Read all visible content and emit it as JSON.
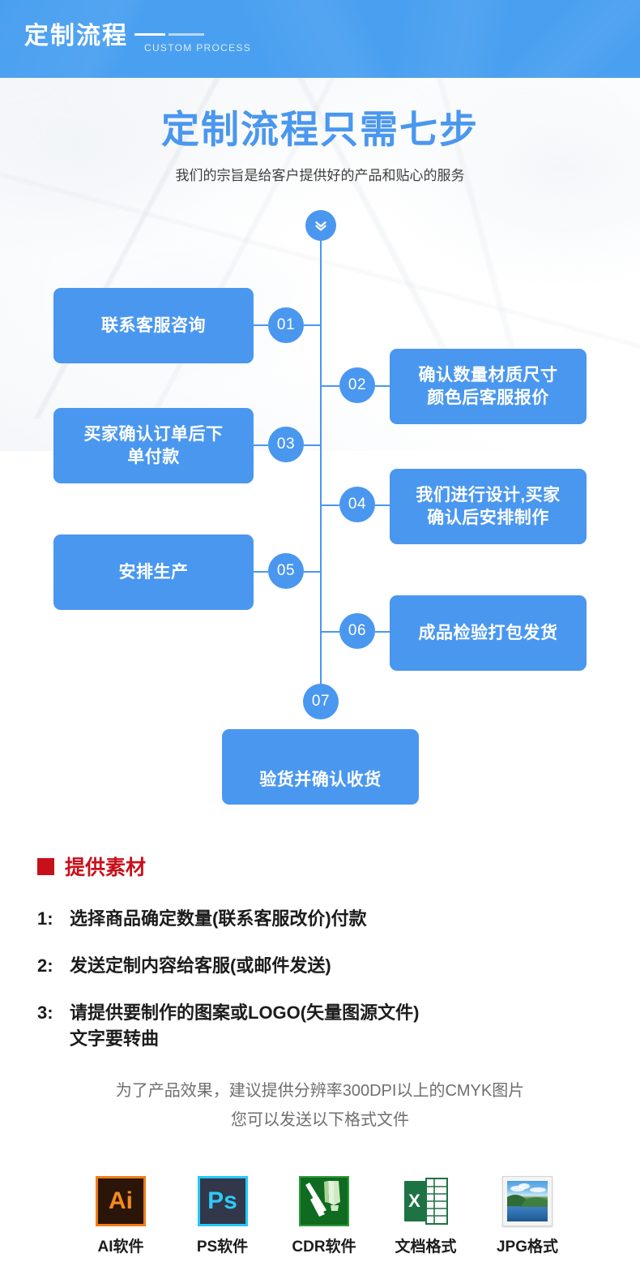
{
  "banner": {
    "title": "定制流程",
    "subtitle": "CUSTOM PROCESS",
    "bg_color": "#4aa0f0"
  },
  "hero": {
    "title": "定制流程只需七步",
    "subtitle": "我们的宗旨是给客户提供好的产品和贴心的服务",
    "title_color": "#4a97ef",
    "scroll_icon": "chevron-double-down-icon"
  },
  "flow": {
    "accent_color": "#4a97ef",
    "steps": [
      {
        "number": "01",
        "label": "联系客服咨询",
        "side": "left"
      },
      {
        "number": "02",
        "label": "确认数量材质尺寸\n颜色后客服报价",
        "side": "right"
      },
      {
        "number": "03",
        "label": "买家确认订单后下\n单付款",
        "side": "left"
      },
      {
        "number": "04",
        "label": "我们进行设计,买家\n确认后安排制作",
        "side": "right"
      },
      {
        "number": "05",
        "label": "安排生产",
        "side": "left"
      },
      {
        "number": "06",
        "label": "成品检验打包发货",
        "side": "right"
      },
      {
        "number": "07",
        "label": "验货并确认收货",
        "side": "center"
      }
    ]
  },
  "materials": {
    "heading": "提供素材",
    "heading_color": "#c8101b",
    "items": [
      {
        "index": "1:",
        "text": "选择商品确定数量(联系客服改价)付款"
      },
      {
        "index": "2:",
        "text": "发送定制内容给客服(或邮件发送)"
      },
      {
        "index": "3:",
        "text": "请提供要制作的图案或LOGO(矢量图源文件)",
        "text2": "文字要转曲"
      }
    ],
    "note_line1": "为了产品效果，建议提供分辨率300DPI以上的CMYK图片",
    "note_line2": "您可以发送以下格式文件"
  },
  "formats": [
    {
      "icon": "adobe-illustrator-icon",
      "mark": "Ai",
      "label": "AI软件"
    },
    {
      "icon": "adobe-photoshop-icon",
      "mark": "Ps",
      "label": "PS软件"
    },
    {
      "icon": "coreldraw-icon",
      "mark": "",
      "label": "CDR软件"
    },
    {
      "icon": "excel-document-icon",
      "mark": "X",
      "label": "文档格式"
    },
    {
      "icon": "jpg-image-icon",
      "mark": "",
      "label": "JPG格式"
    }
  ]
}
